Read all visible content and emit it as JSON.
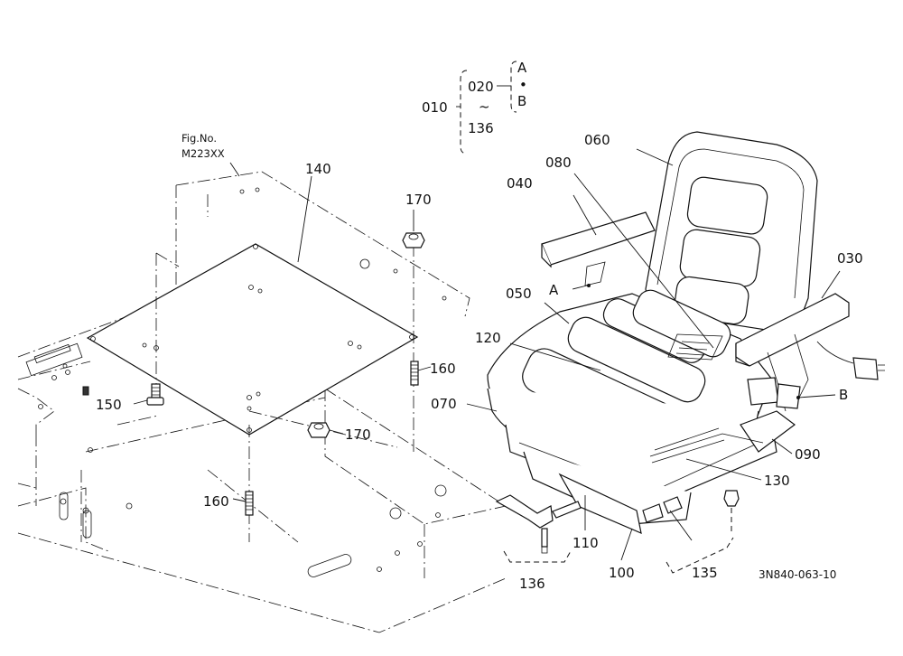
{
  "figure_ref": {
    "line1": "Fig.No.",
    "line2": "M223XX"
  },
  "assembly": {
    "main": "010",
    "from": "020",
    "tilde": "~",
    "to": "136",
    "variant_a": "A",
    "dot": "•",
    "variant_b": "B"
  },
  "callouts": {
    "p030": "030",
    "p040": "040",
    "p050": "050",
    "p060": "060",
    "p070": "070",
    "p080": "080",
    "p090": "090",
    "p100": "100",
    "p110": "110",
    "p120": "120",
    "p130": "130",
    "p135": "135",
    "p136": "136",
    "p140": "140",
    "p150": "150",
    "p160a": "160",
    "p160b": "160",
    "p170a": "170",
    "p170b": "170",
    "ptr_a": "A",
    "ptr_b": "B"
  },
  "drawing_code": "3N840-063-10"
}
